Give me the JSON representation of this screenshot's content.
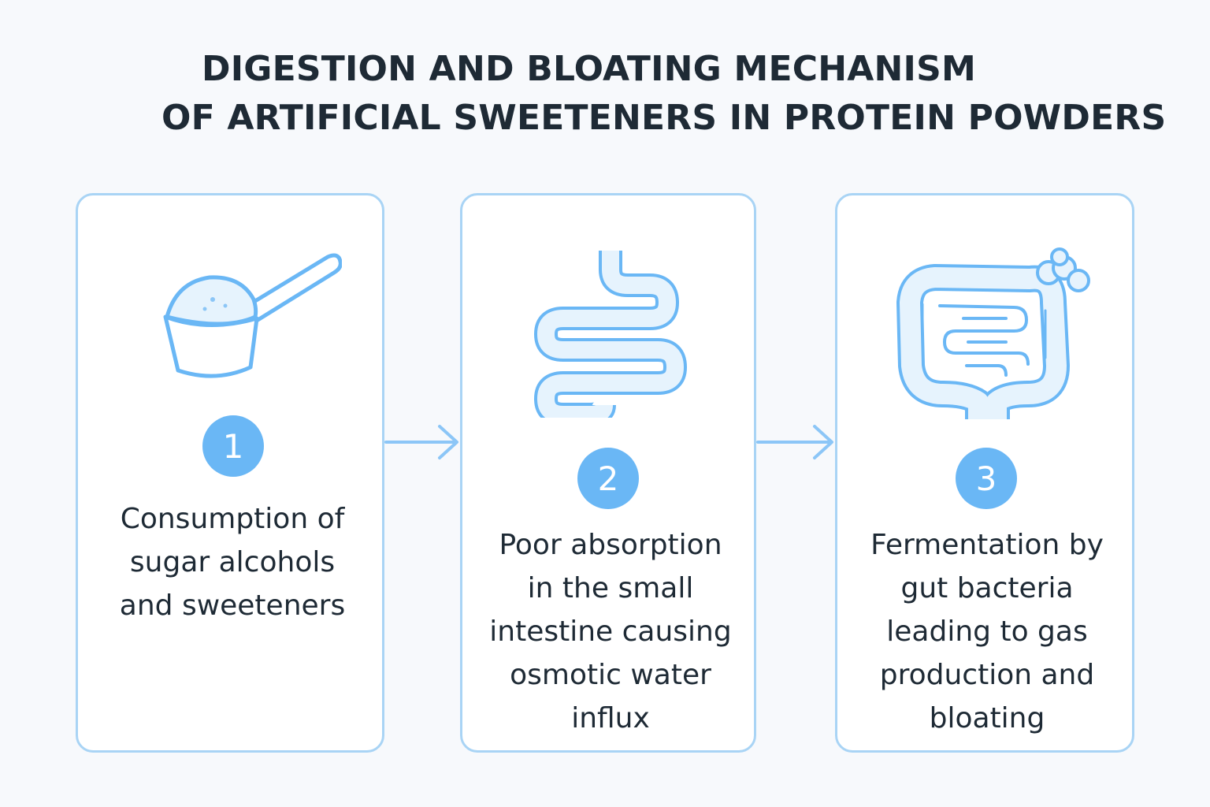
{
  "title": {
    "line1": "DIGESTION AND BLOATING MECHANISM",
    "line2": "OF ARTIFICIAL SWEETENERS IN PROTEIN POWDERS"
  },
  "colors": {
    "accent": "#6ab7f5",
    "card_border": "#a9d4f5",
    "icon_stroke": "#6ab7f5",
    "icon_fill": "#e6f3fd",
    "text": "#1e2a35"
  },
  "steps": [
    {
      "number": "1",
      "icon": "scoop-icon",
      "text": "Consumption of\nsugar alcohols\nand sweeteners"
    },
    {
      "number": "2",
      "icon": "small-intestine-icon",
      "text": "Poor absorption\nin the small\nintestine causing\nosmotic water\ninflux"
    },
    {
      "number": "3",
      "icon": "large-intestine-icon",
      "text": "Fermentation by\ngut bacteria\nleading to gas\nproduction and\nbloating"
    }
  ]
}
